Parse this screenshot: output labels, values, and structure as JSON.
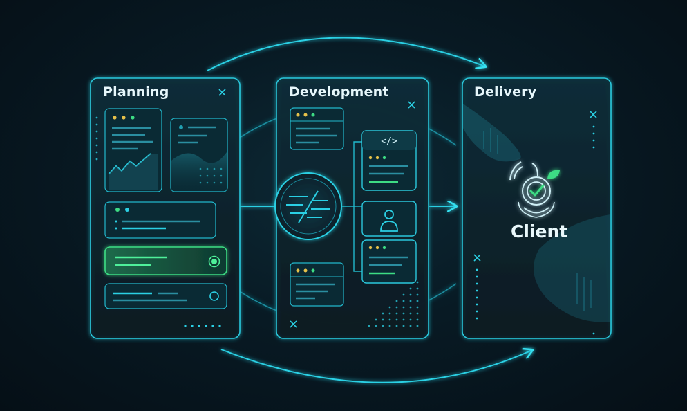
{
  "panels": {
    "planning": {
      "title": "Planning"
    },
    "development": {
      "title": "Development",
      "code_tag": "</>"
    },
    "delivery": {
      "title": "Delivery",
      "client_label": "Client"
    }
  },
  "colors": {
    "accent": "#29d3e6",
    "accent_soft": "#1aa3b8",
    "green": "#3ddc84",
    "panel_fill": "#0b2630",
    "background": "#061620"
  },
  "icons": [
    "close-icon",
    "code-icon",
    "user-icon",
    "line-chart-icon",
    "checkmark-icon",
    "leaf-icon"
  ]
}
